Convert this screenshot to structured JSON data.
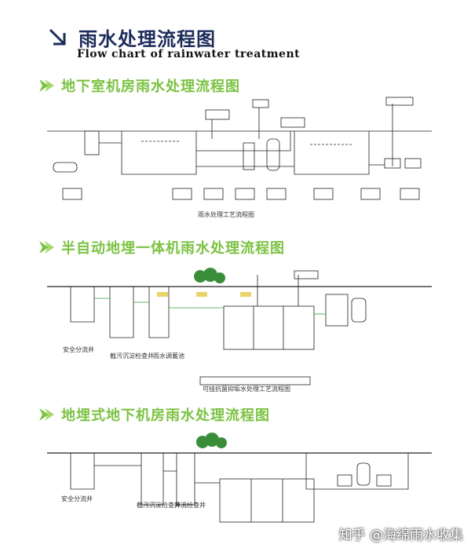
{
  "title": {
    "main": "雨水处理流程图",
    "sub": "Flow chart of rainwater treatment",
    "icon": "arrow-down-right-icon"
  },
  "sections": [
    {
      "heading": "地下室机房雨水处理流程图",
      "caption": "雨水处理工艺流程图"
    },
    {
      "heading": "半自动地埋一体机雨水处理流程图",
      "caption": "可挂抗菌抑垢水处理工艺流程图",
      "labels": [
        "安全分流井",
        "截污沉淀检查井",
        "雨水调蓄池"
      ]
    },
    {
      "heading": "地埋式地下机房雨水处理流程图",
      "labels": [
        "安全分流井",
        "截污沉淀检查井",
        "弃流检查井"
      ]
    }
  ],
  "watermark": "知乎 @海绵雨水收集",
  "colors": {
    "title": "#1c2b5a",
    "heading": "#7cc243",
    "line": "#222222"
  }
}
